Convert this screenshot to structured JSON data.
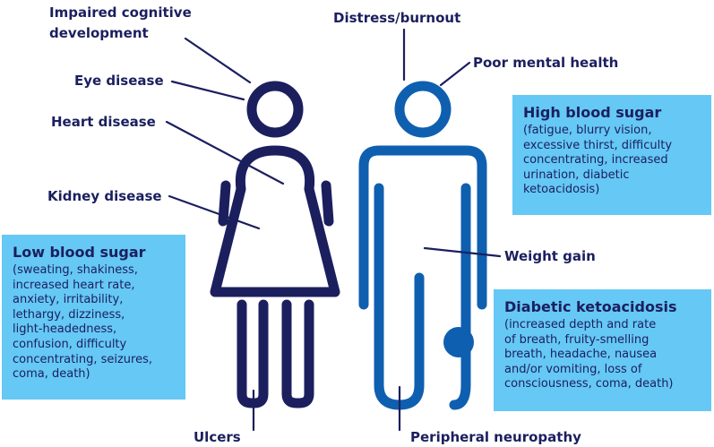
{
  "labels": {
    "impaired_line1": "Impaired cognitive",
    "impaired_line2": "development",
    "eye_disease": "Eye disease",
    "heart_disease": "Heart disease",
    "kidney_disease": "Kidney disease",
    "distress": "Distress/burnout",
    "poor_mental": "Poor mental health",
    "weight_gain": "Weight gain",
    "ulcers": "Ulcers",
    "peripheral": "Peripheral neuropathy"
  },
  "boxes": {
    "low": {
      "title": "Low blood sugar",
      "lines": [
        "(sweating, shakiness,",
        "increased heart rate,",
        "anxiety, irritability,",
        "lethargy, dizziness,",
        "light-headedness,",
        "confusion, difficulty",
        "concentrating, seizures,",
        "coma, death)"
      ]
    },
    "high": {
      "title": "High blood sugar",
      "lines": [
        "(fatigue, blurry vision,",
        "excessive thirst, difficulty",
        "concentrating, increased",
        "urination, diabetic",
        "ketoacidosis)"
      ]
    },
    "dka": {
      "title": "Diabetic ketoacidosis",
      "lines": [
        "(increased depth and rate",
        "of breath, fruity-smelling",
        "breath, headache, nausea",
        "and/or vomiting, loss of",
        "consciousness, coma, death)"
      ]
    }
  },
  "colors": {
    "navy": "#1b1f5e",
    "blue": "#0f5fb0",
    "box": "#65c8f5"
  }
}
